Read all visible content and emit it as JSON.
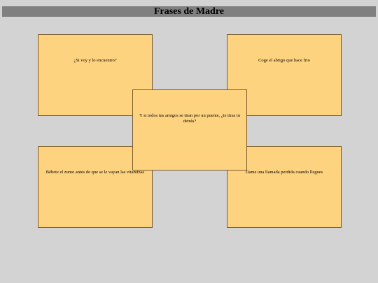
{
  "page": {
    "title": "Frases de Madre"
  },
  "notes": [
    {
      "text": "¿Si voy y lo encuentro?"
    },
    {
      "text": "Coge el abrigo que hace frio"
    },
    {
      "text": "Y si todos tus amigos se tiran por un puente, ¿te tiras tu detrás?"
    },
    {
      "text": "Bébete el zumo antes de que se le vayan las vitaminas"
    },
    {
      "text": "Dame una llamada perdida cuando llegues"
    }
  ],
  "colors": {
    "background": "#d3d3d3",
    "title_bar": "#808080",
    "note": "#fed380",
    "note_border": "#7a5a2a"
  }
}
